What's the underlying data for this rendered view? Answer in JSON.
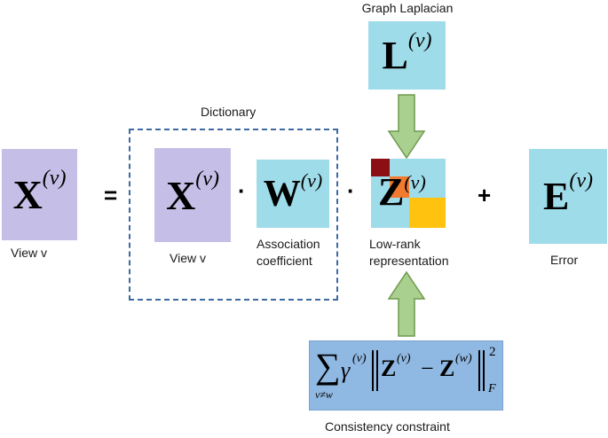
{
  "labels": {
    "graph_laplacian": "Graph Laplacian",
    "dictionary": "Dictionary",
    "view_left": "View  v",
    "view_mid": "View  v",
    "association_line1": "Association",
    "association_line2": "coefficient",
    "lowrank_line1": "Low-rank",
    "lowrank_line2": "representation",
    "error": "Error",
    "consistency": "Consistency constraint"
  },
  "symbols": {
    "equals": "=",
    "dot1": "·",
    "dot2": "·",
    "plus": "+"
  },
  "math": {
    "X": "X",
    "W": "W",
    "Z": "Z",
    "E": "E",
    "L": "L",
    "sup_v": "(v)",
    "sup_w": "(w)",
    "sum": "∑",
    "sum_sub": "v≠w",
    "gamma": "γ",
    "minus": "−",
    "norm_sup": "2",
    "norm_sub": "F"
  },
  "colors": {
    "purple": "#c5bee6",
    "cyan": "#9fdce9",
    "consistency_box": "#8fb8e2",
    "arrow_fill": "#a9d08e",
    "arrow_stroke": "#6e9a4e",
    "dashed": "#3d6aa0",
    "block_darkred": "#8b0f14",
    "block_orange": "#ef7a30",
    "block_yellow": "#ffc20e"
  }
}
